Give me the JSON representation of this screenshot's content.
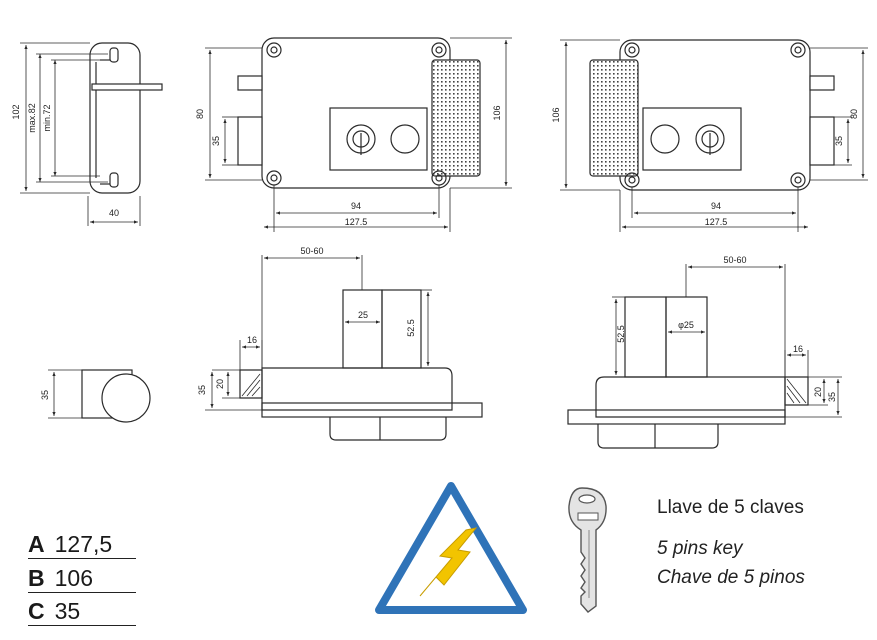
{
  "dimensions": {
    "left_side": {
      "height": "102",
      "max": "max.82",
      "min": "min.72",
      "width": "40"
    },
    "front_left": {
      "h80": "80",
      "h35": "35",
      "h106": "106",
      "w94": "94",
      "w127": "127.5"
    },
    "front_right": {
      "h106": "106",
      "h80": "80",
      "h35": "35",
      "w94": "94",
      "w127": "127.5"
    },
    "small_side": {
      "h35": "35"
    },
    "plan_left": {
      "w50_60": "50-60",
      "w25": "25",
      "h52": "52.5",
      "w16": "16",
      "h20": "20",
      "h35": "35"
    },
    "plan_right": {
      "w50_60": "50-60",
      "w25": "φ25",
      "h52": "52.5",
      "w16": "16",
      "h20": "20",
      "h35": "35"
    }
  },
  "specs": [
    {
      "letter": "A",
      "value": "127,5"
    },
    {
      "letter": "B",
      "value": "106"
    },
    {
      "letter": "C",
      "value": "35"
    }
  ],
  "key_label": {
    "line1": "Llave de 5 claves",
    "line2": "5 pins key",
    "line3": "Chave de 5 pinos"
  },
  "colors": {
    "warning_blue": "#2f73b8",
    "warning_yellow": "#f2c400",
    "key_fill": "#e4e4e4"
  },
  "icons": {
    "warning": "warning-triangle-lightning-icon",
    "key": "key-icon"
  }
}
